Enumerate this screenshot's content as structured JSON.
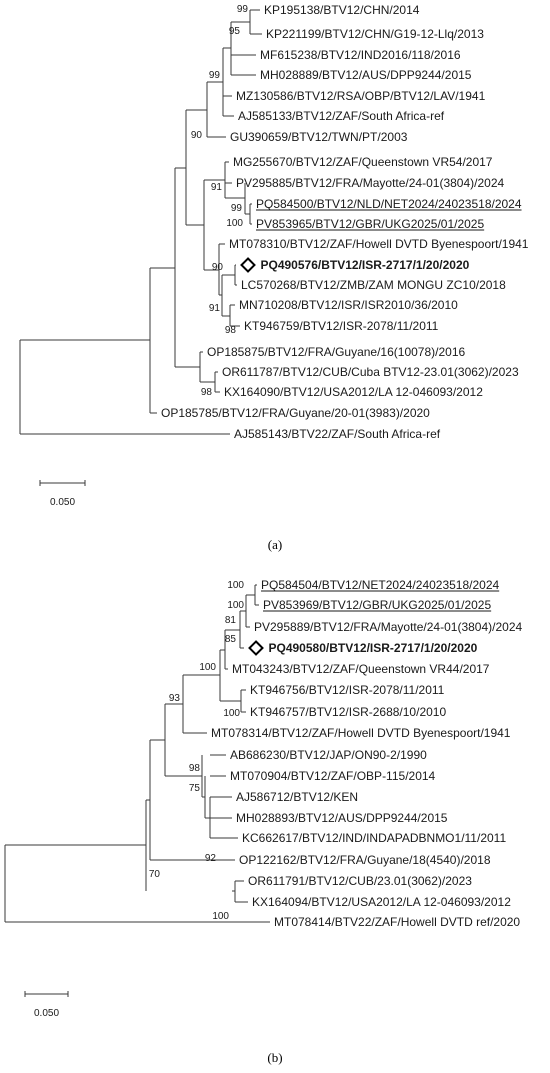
{
  "figure": {
    "panels": [
      {
        "id": "a",
        "label": "(a)",
        "scale_bar_label": "0.050",
        "leaves": [
          {
            "name": "KP195138/BTV12/CHN/2014"
          },
          {
            "name": "KP221199/BTV12/CHN/G19-12-Llq/2013"
          },
          {
            "name": "MF615238/BTV12/IND2016/118/2016"
          },
          {
            "name": "MH028889/BTV12/AUS/DPP9244/2015"
          },
          {
            "name": "MZ130586/BTV12/RSA/OBP/BTV12/LAV/1941"
          },
          {
            "name": "AJ585133/BTV12/ZAF/South Africa-ref"
          },
          {
            "name": "GU390659/BTV12/TWN/PT/2003"
          },
          {
            "name": "MG255670/BTV12/ZAF/Queenstown VR54/2017"
          },
          {
            "name": "PV295885/BTV12/FRA/Mayotte/24-01(3804)/2024"
          },
          {
            "name": "PQ584500/BTV12/NLD/NET2024/24023518/2024",
            "underline": true
          },
          {
            "name": "PV853965/BTV12/GBR/UKG2025/01/2025",
            "underline": true
          },
          {
            "name": "MT078310/BTV12/ZAF/Howell DVTD Byenespoort/1941"
          },
          {
            "name": "PQ490576/BTV12/ISR-2717/1/20/2020",
            "bold": true,
            "marker": "open-diamond"
          },
          {
            "name": "LC570268/BTV12/ZMB/ZAM MONGU ZC10/2018"
          },
          {
            "name": "MN710208/BTV12/ISR/ISR2010/36/2010"
          },
          {
            "name": "KT946759/BTV12/ISR-2078/11/2011"
          },
          {
            "name": "OP185875/BTV12/FRA/Guyane/16(10078)/2016"
          },
          {
            "name": "OR611787/BTV12/CUB/Cuba BTV12-23.01(3062)/2023"
          },
          {
            "name": "KX164090/BTV12/USA2012/LA 12-046093/2012"
          },
          {
            "name": "OP185785/BTV12/FRA/Guyane/20-01(3983)/2020"
          },
          {
            "name": "AJ585143/BTV22/ZAF/South Africa-ref"
          }
        ],
        "bootstrap": [
          "99",
          "95",
          "99",
          "90",
          "91",
          "99",
          "100",
          "90",
          "91",
          "98",
          "98"
        ]
      },
      {
        "id": "b",
        "label": "(b)",
        "scale_bar_label": "0.050",
        "leaves": [
          {
            "name": "PQ584504/BTV12/NET2024/24023518/2024",
            "underline": true
          },
          {
            "name": "PV853969/BTV12/GBR/UKG2025/01/2025",
            "underline": true
          },
          {
            "name": "PV295889/BTV12/FRA/Mayotte/24-01(3804)/2024"
          },
          {
            "name": "PQ490580/BTV12/ISR-2717/1/20/2020",
            "bold": true,
            "marker": "open-diamond"
          },
          {
            "name": "MT043243/BTV12/ZAF/Queenstown VR44/2017"
          },
          {
            "name": "KT946756/BTV12/ISR-2078/11/2011"
          },
          {
            "name": "KT946757/BTV12/ISR-2688/10/2010"
          },
          {
            "name": "MT078314/BTV12/ZAF/Howell DVTD Byenespoort/1941"
          },
          {
            "name": "AB686230/BTV12/JAP/ON90-2/1990"
          },
          {
            "name": "MT070904/BTV12/ZAF/OBP-115/2014"
          },
          {
            "name": "AJ586712/BTV12/KEN"
          },
          {
            "name": "MH028893/BTV12/AUS/DPP9244/2015"
          },
          {
            "name": "KC662617/BTV12/IND/INDAPADBNMO1/11/2011"
          },
          {
            "name": "OP122162/BTV12/FRA/Guyane/18(4540)/2018"
          },
          {
            "name": "OR611791/BTV12/CUB/23.01(3062)/2023"
          },
          {
            "name": "KX164094/BTV12/USA2012/LA 12-046093/2012"
          },
          {
            "name": "MT078414/BTV22/ZAF/Howell DVTD ref/2020"
          }
        ],
        "bootstrap": [
          "100",
          "100",
          "81",
          "85",
          "100",
          "100",
          "93",
          "98",
          "75",
          "92",
          "70",
          "100"
        ]
      }
    ]
  }
}
